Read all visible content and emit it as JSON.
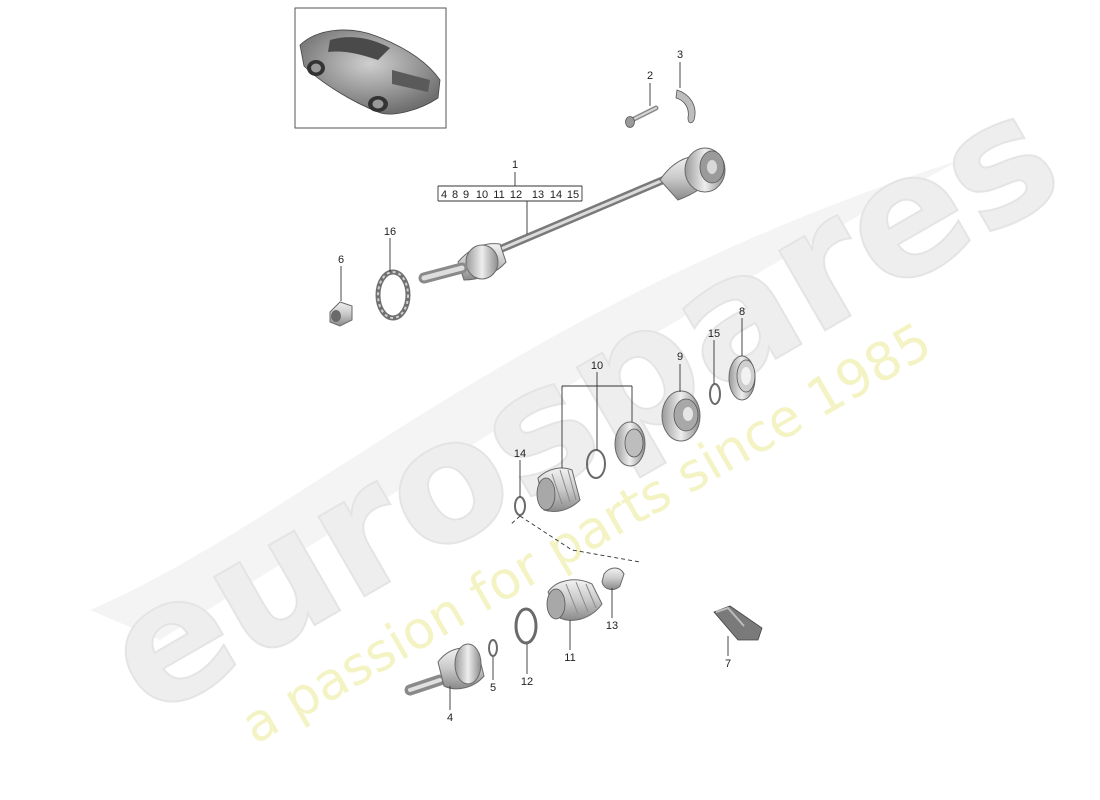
{
  "watermark": {
    "brand": "eurospares",
    "tagline": "a passion for parts since 1985"
  },
  "bracket_1": {
    "refs": [
      "4",
      "8",
      "9",
      "10",
      "11",
      "12",
      "13",
      "14",
      "15"
    ]
  },
  "callouts": [
    {
      "id": "1",
      "text": "1"
    },
    {
      "id": "2",
      "text": "2"
    },
    {
      "id": "3",
      "text": "3"
    },
    {
      "id": "4",
      "text": "4"
    },
    {
      "id": "5",
      "text": "5"
    },
    {
      "id": "6",
      "text": "6"
    },
    {
      "id": "7",
      "text": "7"
    },
    {
      "id": "8",
      "text": "8"
    },
    {
      "id": "9",
      "text": "9"
    },
    {
      "id": "10",
      "text": "10"
    },
    {
      "id": "11",
      "text": "11"
    },
    {
      "id": "12",
      "text": "12"
    },
    {
      "id": "13",
      "text": "13"
    },
    {
      "id": "14",
      "text": "14"
    },
    {
      "id": "15",
      "text": "15"
    },
    {
      "id": "16",
      "text": "16"
    }
  ],
  "colors": {
    "metal_light": "#e4e4e4",
    "metal_mid": "#bdbdbd",
    "metal_dark": "#7d7d7d",
    "watermark_gray": "#eeeeee",
    "watermark_yellow": "#f3f3c4"
  }
}
